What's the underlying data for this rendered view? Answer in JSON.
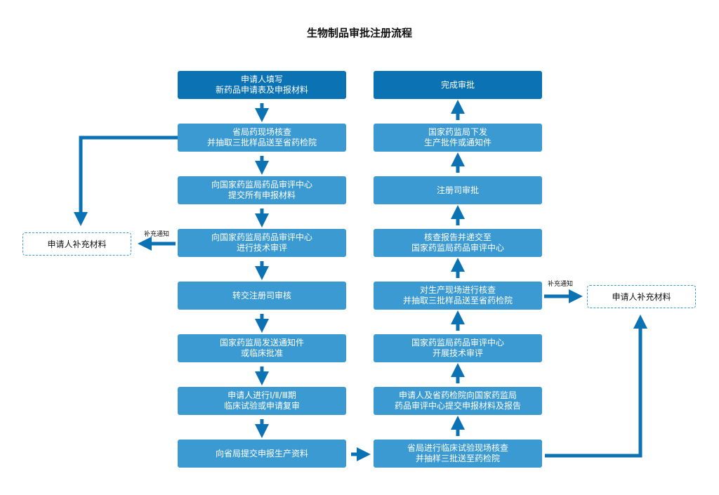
{
  "title": "生物制品审批注册流程",
  "left_column": [
    "申请人填写\n新药品申请表及申报材料",
    "省局药现场核查\n并抽取三批样品送至省药检院",
    "向国家药监局药品审评中心\n提交所有申报材料",
    "向国家药监局药品审评中心\n进行技术审评",
    "转交注册司审核",
    "国家药监局发送通知件\n或临床批准",
    "申请人进行Ⅰ/Ⅱ/Ⅲ期\n临床试验或申请复审",
    "向省局提交申报生产资料"
  ],
  "right_column": [
    "完成审批",
    "国家药监局下发\n生产批件或通知件",
    "注册司审批",
    "核查报告并递交至\n国家药监局药品审评中心",
    "对生产现场进行核查\n并抽取三批样品送至省药检院",
    "国家药监局药品审评中心\n开展技术审评",
    "申请人及省药检院向国家药监局\n药品审评中心提交申报材料及报告",
    "省局进行临床试验现场核查\n并抽样三批送至药检院"
  ],
  "side_boxes": {
    "left": "申请人补充材料",
    "right": "申请人补充材料"
  },
  "notes": {
    "left": "补充通知",
    "right": "补充通知"
  },
  "colors": {
    "box": "#3b9ad2",
    "box_dark": "#0b72b4",
    "arrow": "#0b72b4"
  }
}
